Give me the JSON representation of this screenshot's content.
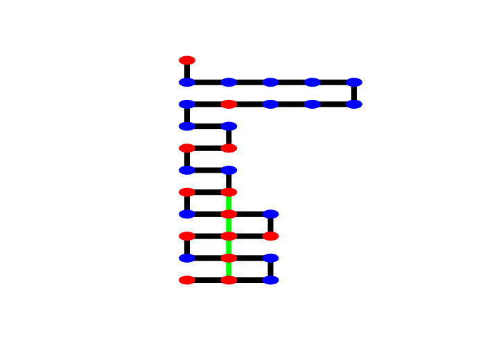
{
  "colors": {
    "background": "#ffffff",
    "bond": "#000000",
    "highlight_bond": "#00ff00",
    "node_h": "#0000ff",
    "node_p": "#ff0000"
  },
  "chain": [
    {
      "i": 1,
      "x": 0,
      "y": 0,
      "type": "P"
    },
    {
      "i": 2,
      "x": 0,
      "y": -1,
      "type": "H"
    },
    {
      "i": 3,
      "x": 1,
      "y": -1,
      "type": "H"
    },
    {
      "i": 4,
      "x": 2,
      "y": -1,
      "type": "H"
    },
    {
      "i": 5,
      "x": 3,
      "y": -1,
      "type": "H"
    },
    {
      "i": 6,
      "x": 4,
      "y": -1,
      "type": "H"
    },
    {
      "i": 7,
      "x": 4,
      "y": -2,
      "type": "H"
    },
    {
      "i": 8,
      "x": 3,
      "y": -2,
      "type": "H"
    },
    {
      "i": 9,
      "x": 2,
      "y": -2,
      "type": "H"
    },
    {
      "i": 10,
      "x": 1,
      "y": -2,
      "type": "P"
    },
    {
      "i": 11,
      "x": 0,
      "y": -2,
      "type": "H"
    },
    {
      "i": 12,
      "x": 0,
      "y": -3,
      "type": "H"
    },
    {
      "i": 13,
      "x": 1,
      "y": -3,
      "type": "H"
    },
    {
      "i": 14,
      "x": 1,
      "y": -4,
      "type": "P"
    },
    {
      "i": 15,
      "x": 0,
      "y": -4,
      "type": "P"
    },
    {
      "i": 16,
      "x": 0,
      "y": -5,
      "type": "H"
    },
    {
      "i": 17,
      "x": 1,
      "y": -5,
      "type": "H"
    },
    {
      "i": 18,
      "x": 1,
      "y": -6,
      "type": "P"
    },
    {
      "i": 19,
      "x": 0,
      "y": -6,
      "type": "P"
    },
    {
      "i": 20,
      "x": 0,
      "y": -7,
      "type": "H"
    },
    {
      "i": 21,
      "x": 1,
      "y": -7,
      "type": "P"
    },
    {
      "i": 22,
      "x": 2,
      "y": -7,
      "type": "H"
    },
    {
      "i": 23,
      "x": 2,
      "y": -8,
      "type": "P"
    },
    {
      "i": 24,
      "x": 1,
      "y": -8,
      "type": "P"
    },
    {
      "i": 25,
      "x": 0,
      "y": -8,
      "type": "P"
    },
    {
      "i": 26,
      "x": 0,
      "y": -9,
      "type": "H"
    },
    {
      "i": 27,
      "x": 1,
      "y": -9,
      "type": "P"
    },
    {
      "i": 28,
      "x": 2,
      "y": -9,
      "type": "H"
    },
    {
      "i": 29,
      "x": 2,
      "y": -10,
      "type": "H"
    },
    {
      "i": 30,
      "x": 1,
      "y": -10,
      "type": "P"
    },
    {
      "i": 31,
      "x": 0,
      "y": -10,
      "type": "P"
    }
  ],
  "contacts": [
    [
      18,
      21
    ],
    [
      21,
      24
    ],
    [
      24,
      27
    ],
    [
      27,
      30
    ]
  ]
}
